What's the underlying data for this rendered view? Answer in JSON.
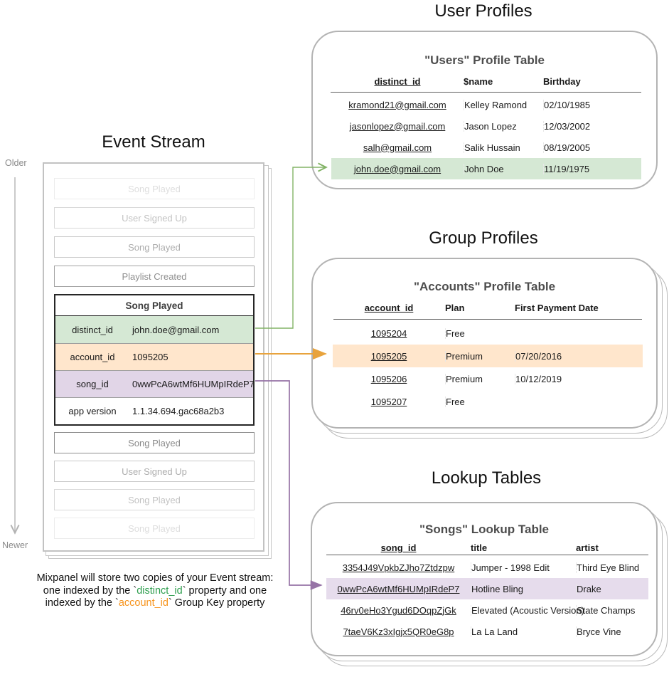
{
  "headings": {
    "event_stream": "Event Stream",
    "user_profiles": "User Profiles",
    "group_profiles": "Group Profiles",
    "lookup_tables": "Lookup Tables"
  },
  "timeline": {
    "older_label": "Older",
    "newer_label": "Newer"
  },
  "event_stream": {
    "events_before": [
      {
        "label": "Song Played"
      },
      {
        "label": "User Signed Up"
      },
      {
        "label": "Song Played"
      },
      {
        "label": "Playlist Created"
      }
    ],
    "event_card": {
      "title": "Song Played",
      "properties": [
        {
          "key": "distinct_id",
          "value": "john.doe@gmail.com",
          "highlight": "green"
        },
        {
          "key": "account_id",
          "value": "1095205",
          "highlight": "orange"
        },
        {
          "key": "song_id",
          "value": "0wwPcA6wtMf6HUMpIRdeP7",
          "highlight": "purple"
        },
        {
          "key": "app version",
          "value": "1.1.34.694.gac68a2b3",
          "highlight": "none"
        }
      ]
    },
    "events_after": [
      {
        "label": "Song Played"
      },
      {
        "label": "User Signed Up"
      },
      {
        "label": "Song Played"
      },
      {
        "label": "Song Played"
      }
    ]
  },
  "users_table": {
    "title": "\"Users\" Profile Table",
    "columns": [
      "distinct_id",
      "$name",
      "Birthday"
    ],
    "rows": [
      {
        "distinct_id": "kramond21@gmail.com",
        "name": "Kelley Ramond",
        "birthday": "02/10/1985",
        "highlighted": false
      },
      {
        "distinct_id": "jasonlopez@gmail.com",
        "name": "Jason Lopez",
        "birthday": "12/03/2002",
        "highlighted": false
      },
      {
        "distinct_id": "salh@gmail.com",
        "name": "Salik Hussain",
        "birthday": "08/19/2005",
        "highlighted": false
      },
      {
        "distinct_id": "john.doe@gmail.com",
        "name": "John Doe",
        "birthday": "11/19/1975",
        "highlighted": true
      }
    ]
  },
  "accounts_table": {
    "title": "\"Accounts\" Profile Table",
    "columns": [
      "account_id",
      "Plan",
      "First Payment Date"
    ],
    "rows": [
      {
        "account_id": "1095204",
        "plan": "Free",
        "first_payment_date": "",
        "highlighted": false
      },
      {
        "account_id": "1095205",
        "plan": "Premium",
        "first_payment_date": "07/20/2016",
        "highlighted": true
      },
      {
        "account_id": "1095206",
        "plan": "Premium",
        "first_payment_date": "10/12/2019",
        "highlighted": false
      },
      {
        "account_id": "1095207",
        "plan": "Free",
        "first_payment_date": "",
        "highlighted": false
      }
    ]
  },
  "songs_table": {
    "title": "\"Songs\" Lookup Table",
    "columns": [
      "song_id",
      "title",
      "artist"
    ],
    "rows": [
      {
        "song_id": "3354J49VpkbZJho7Ztdzpw",
        "title": "Jumper - 1998 Edit",
        "artist": "Third Eye Blind",
        "highlighted": false
      },
      {
        "song_id": "0wwPcA6wtMf6HUMpIRdeP7",
        "title": "Hotline Bling",
        "artist": "Drake",
        "highlighted": true
      },
      {
        "song_id": "46rv0eHo3Ygud6DOqpZjGk",
        "title": "Elevated (Acoustic Version)",
        "artist": "State Champs",
        "highlighted": false
      },
      {
        "song_id": "7taeV6Kz3xIgjx5QR0eG8p",
        "title": "La La Land",
        "artist": "Bryce Vine",
        "highlighted": false
      }
    ]
  },
  "caption": {
    "line1": "Mixpanel will store two copies of your Event stream:",
    "line2_prefix": "one indexed by the `",
    "line2_highlight": "distinct_id",
    "line2_suffix": "` property and one",
    "line3_prefix": "indexed by the `",
    "line3_highlight": "account_id",
    "line3_suffix": "` Group Key property"
  },
  "colors": {
    "green_highlight": "#d5e8d4",
    "orange_highlight": "#ffe6cc",
    "purple_highlight": "#e1d5e7",
    "green_arrow": "#82b366",
    "orange_arrow": "#e8a33d",
    "purple_arrow": "#9673a6",
    "caption_green": "#2e9e4e",
    "caption_orange": "#f7941d"
  }
}
